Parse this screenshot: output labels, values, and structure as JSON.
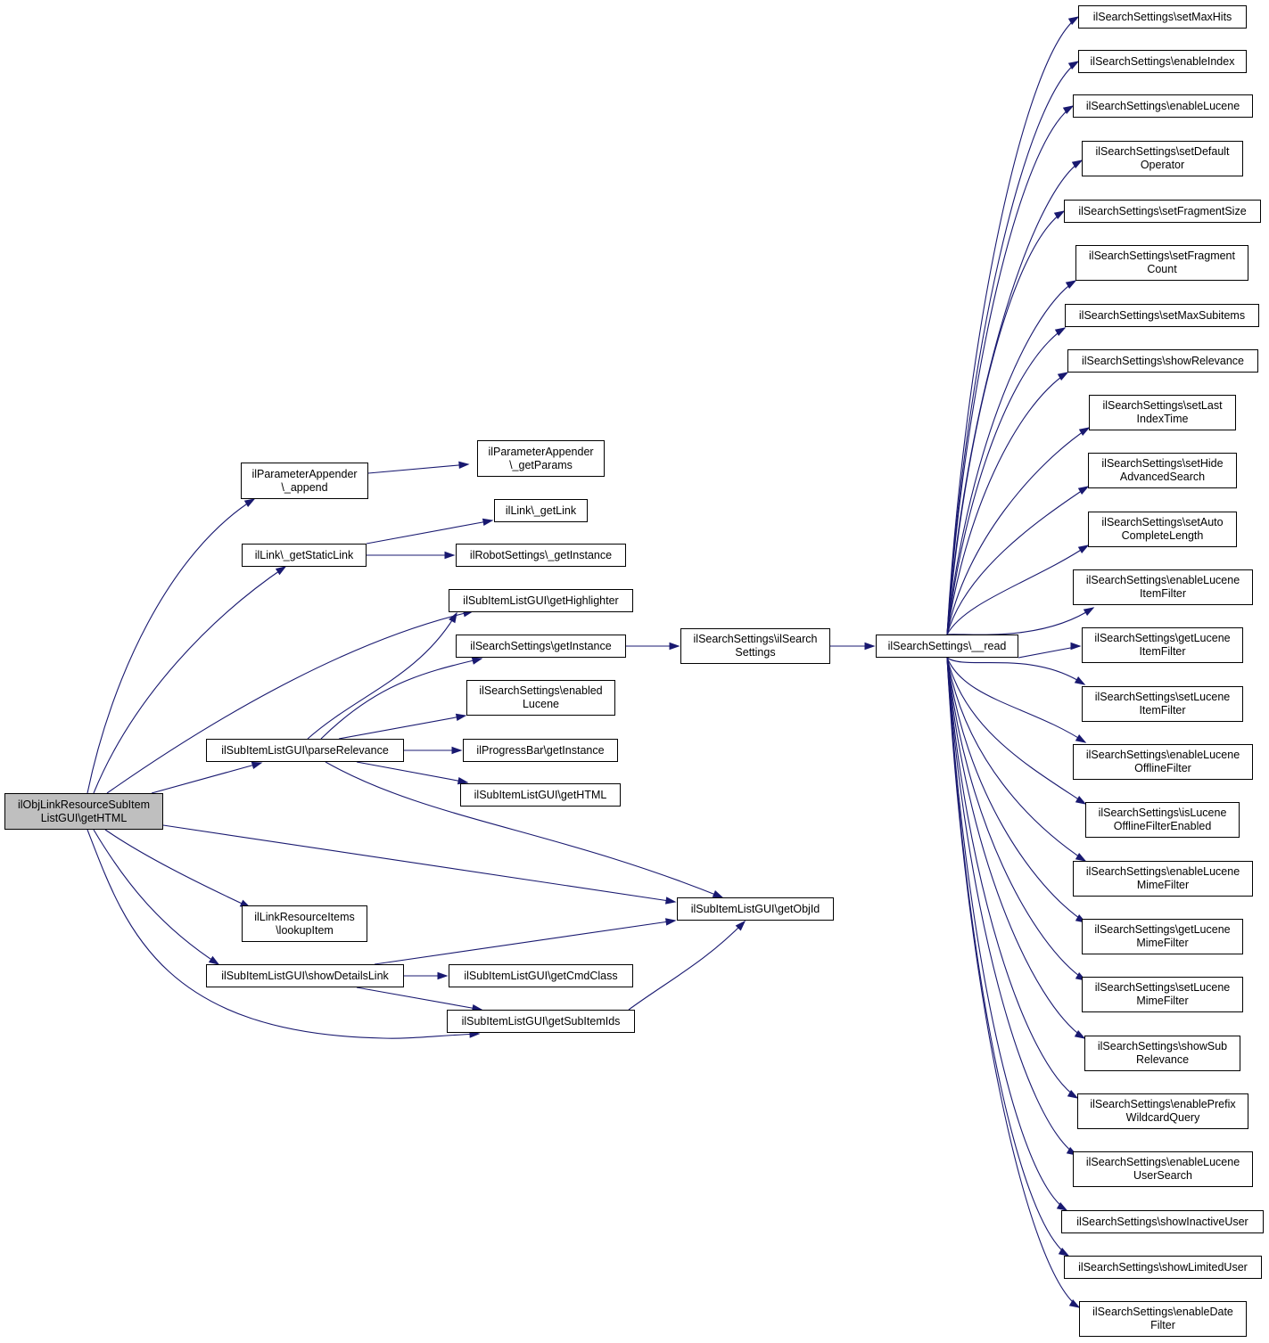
{
  "colors": {
    "edge": "#191970",
    "root_fill": "#bfbfbf",
    "node_fill": "#ffffff",
    "border": "#000000"
  },
  "nodes": {
    "root": [
      "ilObjLinkResourceSubItem",
      "ListGUI\\getHTML"
    ],
    "param_append": [
      "ilParameterAppender",
      "\\_append"
    ],
    "param_getparams": [
      "ilParameterAppender",
      "\\_getParams"
    ],
    "link_getlink": [
      "ilLink\\_getLink"
    ],
    "link_getstaticlink": [
      "ilLink\\_getStaticLink"
    ],
    "robot_getinstance": [
      "ilRobotSettings\\_getInstance"
    ],
    "subitem_gethighlighter": [
      "ilSubItemListGUI\\getHighlighter"
    ],
    "search_getinstance": [
      "ilSearchSettings\\getInstance"
    ],
    "search_ilsearchsettings": [
      "ilSearchSettings\\ilSearch",
      "Settings"
    ],
    "search_read": [
      "ilSearchSettings\\__read"
    ],
    "search_enabledlucene": [
      "ilSearchSettings\\enabled",
      "Lucene"
    ],
    "subitem_parserelevance": [
      "ilSubItemListGUI\\parseRelevance"
    ],
    "progressbar_getinstance": [
      "ilProgressBar\\getInstance"
    ],
    "subitem_gethtml": [
      "ilSubItemListGUI\\getHTML"
    ],
    "subitem_getobjid": [
      "ilSubItemListGUI\\getObjId"
    ],
    "linkres_lookupitem": [
      "ilLinkResourceItems",
      "\\lookupItem"
    ],
    "subitem_showdetailslink": [
      "ilSubItemListGUI\\showDetailsLink"
    ],
    "subitem_getcmdclass": [
      "ilSubItemListGUI\\getCmdClass"
    ],
    "subitem_getsubitemids": [
      "ilSubItemListGUI\\getSubItemIds"
    ],
    "s_setmaxhits": [
      "ilSearchSettings\\setMaxHits"
    ],
    "s_enableindex": [
      "ilSearchSettings\\enableIndex"
    ],
    "s_enablelucene": [
      "ilSearchSettings\\enableLucene"
    ],
    "s_setdefaultoperator": [
      "ilSearchSettings\\setDefault",
      "Operator"
    ],
    "s_setfragmentsize": [
      "ilSearchSettings\\setFragmentSize"
    ],
    "s_setfragmentcount": [
      "ilSearchSettings\\setFragment",
      "Count"
    ],
    "s_setmaxsubitems": [
      "ilSearchSettings\\setMaxSubitems"
    ],
    "s_showrelevance": [
      "ilSearchSettings\\showRelevance"
    ],
    "s_setlastindextime": [
      "ilSearchSettings\\setLast",
      "IndexTime"
    ],
    "s_sethideadvancedsearch": [
      "ilSearchSettings\\setHide",
      "AdvancedSearch"
    ],
    "s_setautocompletelength": [
      "ilSearchSettings\\setAuto",
      "CompleteLength"
    ],
    "s_enableluceneitemfilter": [
      "ilSearchSettings\\enableLucene",
      "ItemFilter"
    ],
    "s_getluceneitemfilter": [
      "ilSearchSettings\\getLucene",
      "ItemFilter"
    ],
    "s_setluceneitemfilter": [
      "ilSearchSettings\\setLucene",
      "ItemFilter"
    ],
    "s_enableluceneofflinefilter": [
      "ilSearchSettings\\enableLucene",
      "OfflineFilter"
    ],
    "s_isluceneofflinefilterenabled": [
      "ilSearchSettings\\isLucene",
      "OfflineFilterEnabled"
    ],
    "s_enablelucenemimefilter": [
      "ilSearchSettings\\enableLucene",
      "MimeFilter"
    ],
    "s_getlucenemimefilter": [
      "ilSearchSettings\\getLucene",
      "MimeFilter"
    ],
    "s_setlucenemimefilter": [
      "ilSearchSettings\\setLucene",
      "MimeFilter"
    ],
    "s_showsubrelevance": [
      "ilSearchSettings\\showSub",
      "Relevance"
    ],
    "s_enableprefixwildcardquery": [
      "ilSearchSettings\\enablePrefix",
      "WildcardQuery"
    ],
    "s_enableluceneusersearch": [
      "ilSearchSettings\\enableLucene",
      "UserSearch"
    ],
    "s_showinactiveuser": [
      "ilSearchSettings\\showInactiveUser"
    ],
    "s_showlimiteduser": [
      "ilSearchSettings\\showLimitedUser"
    ],
    "s_enabledatefilter": [
      "ilSearchSettings\\enableDate",
      "Filter"
    ]
  }
}
